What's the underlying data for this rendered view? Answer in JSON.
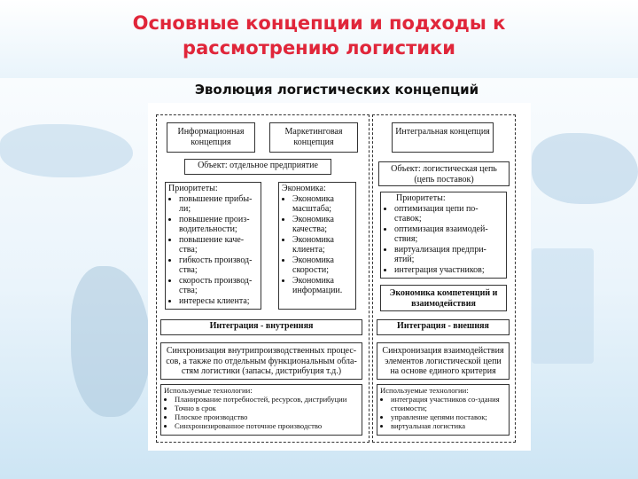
{
  "title": "Основные концепции и подходы к рассмотрению логистики",
  "subtitle": "Эволюция логистических концепций",
  "left": {
    "concept_info": "Информационная концепция",
    "concept_marketing": "Маркетинговая концепция",
    "object": "Объект: отдельное предприятие",
    "priorities_title": "Приоритеты:",
    "priorities": [
      "повышение прибы-ли;",
      "повышение произ-водительности;",
      "повышение каче-ства;",
      "гибкость производ-ства;",
      "скорость производ-ства;",
      "интересы клиента;"
    ],
    "economy_title": "Экономика:",
    "economy": [
      "Экономика масштаба;",
      "Экономика качества;",
      "Экономика клиента;",
      "Экономика скорости;",
      "Экономика информации."
    ],
    "integration": "Интеграция - внутренняя",
    "sync": "Синхронизация внутрипроизводственных процес-сов, а также по отдельным функциональным обла-стям логистики (запасы, дистрибуция  т.д.)",
    "tech_title": "Используемые технологии:",
    "tech": [
      "Планирование потребностей, ресурсов, дистрибуции",
      "Точно в срок",
      "Плоское производство",
      "Синхронизированное поточное производство"
    ]
  },
  "right": {
    "concept_integral": "Интегральная концепция",
    "object": "Объект: логистическая цепь (цепь поставок)",
    "priorities_title": "Приоритеты:",
    "priorities": [
      "оптимизация цепи по-ставок;",
      "оптимизация взаимодей-ствия;",
      "виртуализация предпри-ятий;",
      "интеграция участников;"
    ],
    "economy": "Экономика компетенций и взаимодействия",
    "integration": "Интеграция - внешняя",
    "sync": "Синхронизация взаимодействия элементов логистической цепи на основе единого критерия",
    "tech_title": "Используемые технологии:",
    "tech": [
      "интеграция участников со-здания стоимости;",
      "управление цепями поставок;",
      "виртуальная логистика"
    ]
  }
}
